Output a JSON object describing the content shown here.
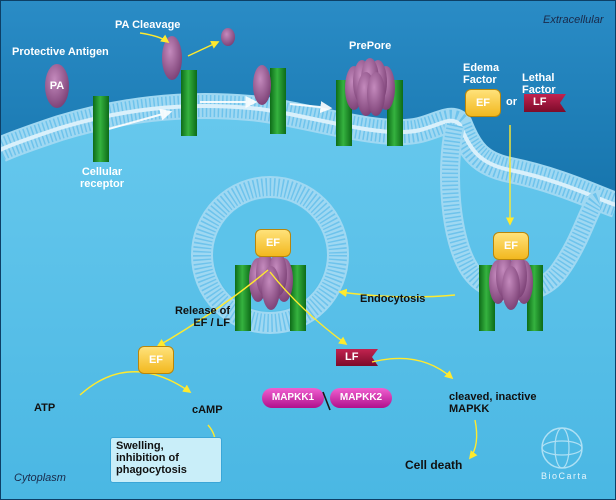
{
  "regions": {
    "extracellular": "Extracellular",
    "cytoplasm": "Cytoplasm"
  },
  "labels": {
    "protective_antigen": "Protective Antigen",
    "pa": "PA",
    "pa_cleavage": "PA Cleavage",
    "prepore": "PrePore",
    "edema_factor": "Edema\nFactor",
    "lethal_factor": "Lethal\nFactor",
    "or": "or",
    "cellular_receptor": "Cellular\nreceptor",
    "endocytosis": "Endocytosis",
    "release": "Release of\nEF / LF",
    "atp": "ATP",
    "camp": "cAMP",
    "swelling": "Swelling,\ninhibition of\nphagocytosis",
    "mapkk1": "MAPKK1",
    "mapkk2": "MAPKK2",
    "cleaved": "cleaved, inactive\nMAPKK",
    "cell_death": "Cell death",
    "ef": "EF",
    "lf": "LF"
  },
  "logo": "BioCarta",
  "colors": {
    "extracellular": "#1e7fb8",
    "cytoplasm": "#5cc3ea",
    "receptor": "#1f8f2a",
    "protein": "#9a5a92",
    "edema_factor": "#f5c033",
    "lethal_factor": "#a0153a",
    "mapkk": "#d81fae",
    "arrow": "#ffea2e"
  }
}
